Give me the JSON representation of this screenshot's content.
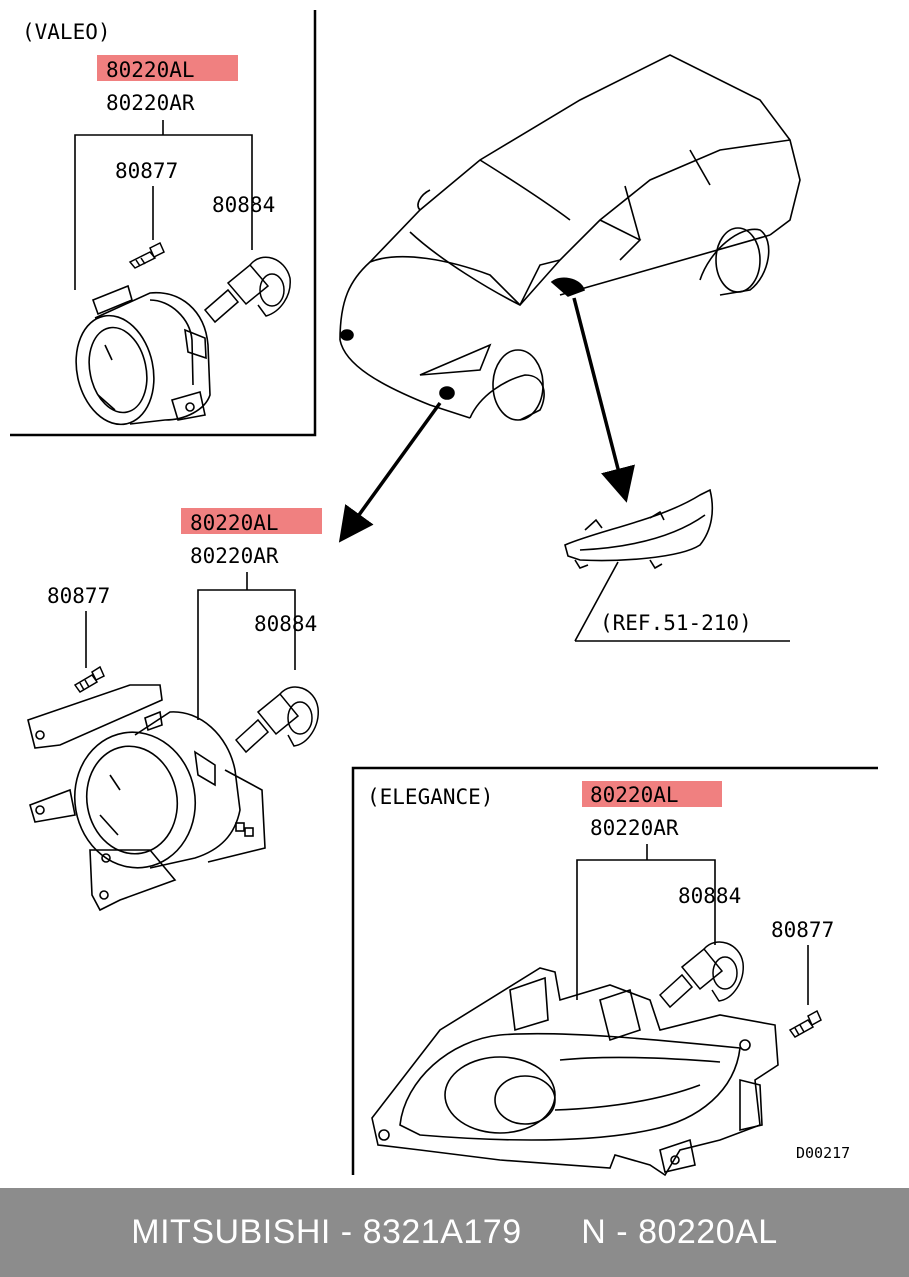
{
  "valeo": {
    "title": "(VALEO)",
    "part_left": "80220AL",
    "part_right": "80220AR",
    "screw": "80877",
    "bulb": "80884"
  },
  "middle": {
    "part_left": "80220AL",
    "part_right": "80220AR",
    "screw": "80877",
    "bulb": "80884"
  },
  "reference": "(REF.51-210)",
  "elegance": {
    "title": "(ELEGANCE)",
    "part_left": "80220AL",
    "part_right": "80220AR",
    "bulb": "80884",
    "screw": "80877",
    "drawing_code": "D00217"
  },
  "highlight_color": "#f08080",
  "footer": {
    "brand_part": "MITSUBISHI - 8321A179",
    "cross_ref": "N - 80220AL"
  }
}
